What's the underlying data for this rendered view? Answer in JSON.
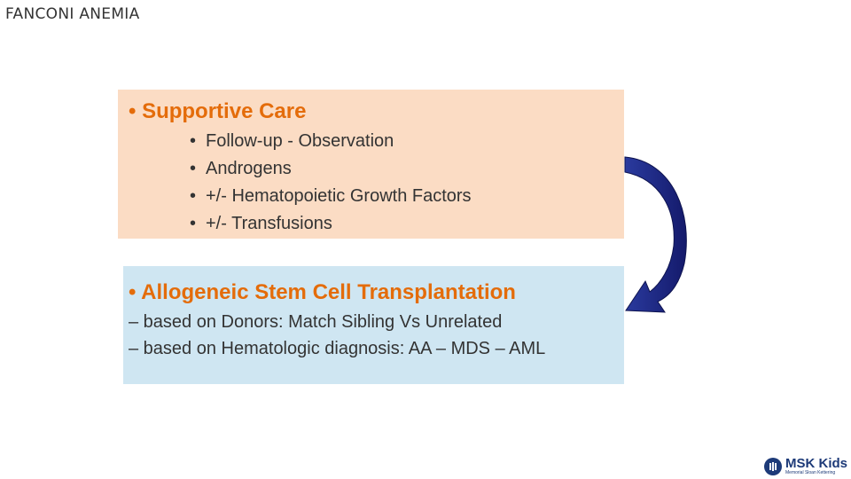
{
  "slide": {
    "title": "FANCONI ANEMIA"
  },
  "supportive_care": {
    "heading": "• Supportive Care",
    "items": [
      "Follow-up - Observation",
      "Androgens",
      "+/- Hematopoietic Growth Factors",
      "+/- Transfusions"
    ]
  },
  "transplant": {
    "heading": "• Allogeneic Stem Cell Transplantation",
    "lines": [
      "– based on Donors: Match Sibling Vs Unrelated",
      "– based on Hematologic diagnosis: AA – MDS – AML"
    ]
  },
  "logo": {
    "name": "MSK Kids",
    "subtitle": "Memorial Sloan Kettering"
  },
  "colors": {
    "heading": "#e46c0a",
    "support_box": "#fbdcc4",
    "transplant_box": "#cfe6f2",
    "arrow": "#1a237e"
  }
}
